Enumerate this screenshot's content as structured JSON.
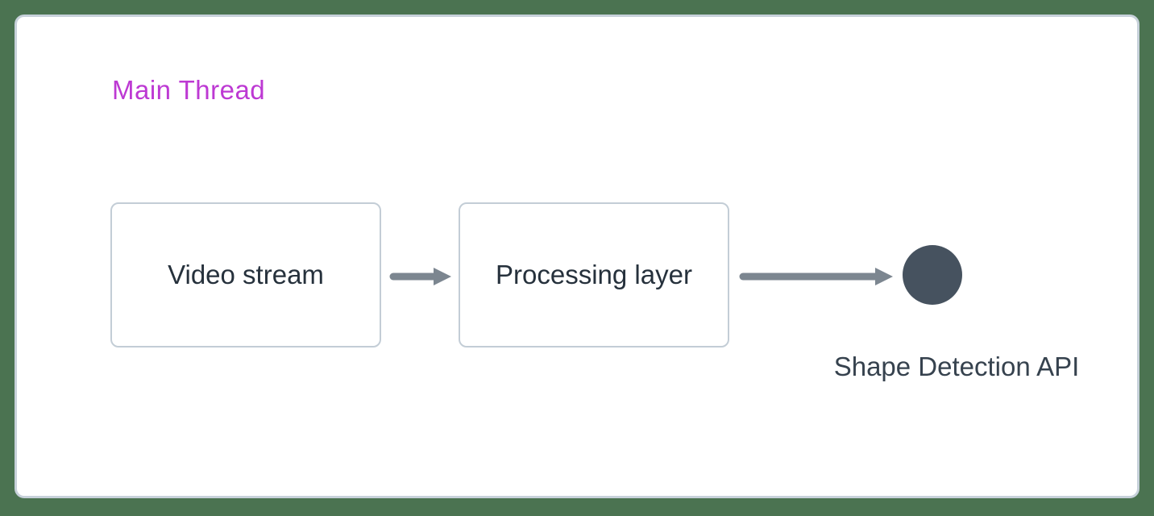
{
  "canvas": {
    "background_color": "#4b7351"
  },
  "panel": {
    "title": "Main Thread",
    "title_color": "#bd39d3",
    "background_color": "#ffffff",
    "border_color": "#c7d1da"
  },
  "diagram": {
    "nodes": [
      {
        "id": "video-stream",
        "label": "Video stream"
      },
      {
        "id": "processing-layer",
        "label": "Processing layer"
      }
    ],
    "node_border_color": "#c3cdd6",
    "node_text_color": "#26313c",
    "arrows": [
      {
        "from": "video-stream",
        "to": "processing-layer"
      },
      {
        "from": "processing-layer",
        "to": "shape-detection-api"
      }
    ],
    "arrow_color": "#7c8690",
    "endpoint": {
      "label": "Shape Detection API",
      "dot_color": "#46525f",
      "label_color": "#36424e"
    }
  }
}
